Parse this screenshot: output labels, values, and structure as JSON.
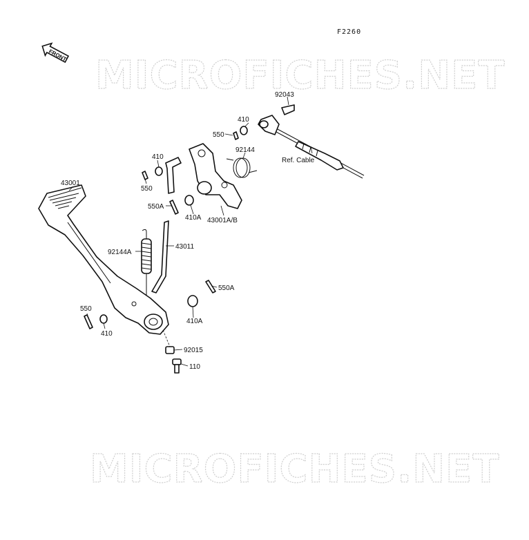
{
  "diagram": {
    "code": "F2260",
    "front_label": "FRONT",
    "watermark_top": "MICROFICHES.NET",
    "watermark_bottom": "MICROFICHES.NET",
    "labels": {
      "p92043": "92043",
      "p410_a": "410",
      "p550_a": "550",
      "p92144": "92144",
      "ref_cable": "Ref. Cable",
      "p410_b": "410",
      "p550_b": "550",
      "p43001": "43001",
      "p550A_a": "550A",
      "p410A_a": "410A",
      "p43001AB": "43001A/B",
      "p92144A": "92144A",
      "p43011": "43011",
      "p550A_b": "550A",
      "p550_c": "550",
      "p410_c": "410",
      "p410A_b": "410A",
      "p92015": "92015",
      "p110": "110"
    }
  }
}
